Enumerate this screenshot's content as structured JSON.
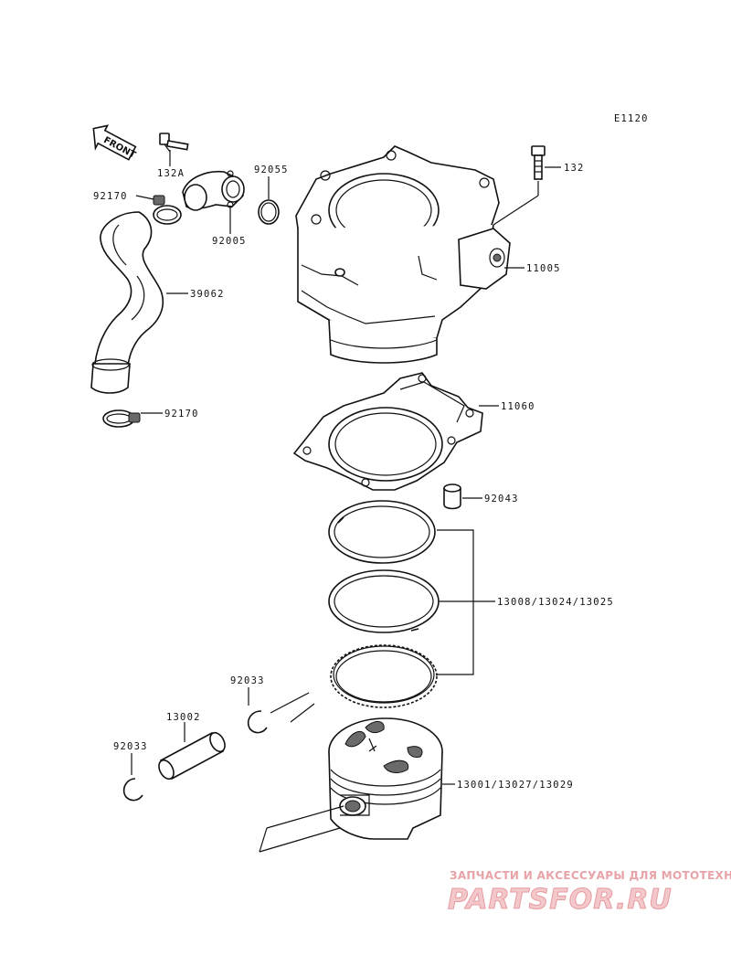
{
  "diagram_code": "E1120",
  "front_label": "FRONT",
  "parts": [
    {
      "id": "132",
      "key": "bolt-132"
    },
    {
      "id": "132A",
      "key": "bolt-132a"
    },
    {
      "id": "92055",
      "key": "o-ring-92055"
    },
    {
      "id": "92170",
      "key": "clamp-92170-upper"
    },
    {
      "id": "92005",
      "key": "fitting-92005"
    },
    {
      "id": "39062",
      "key": "hose-39062"
    },
    {
      "id": "11005",
      "key": "cylinder-11005"
    },
    {
      "id": "92170",
      "key": "clamp-92170-lower"
    },
    {
      "id": "11060",
      "key": "gasket-11060"
    },
    {
      "id": "92043",
      "key": "dowel-pin-92043"
    },
    {
      "id": "13008/13024/13025",
      "key": "piston-rings"
    },
    {
      "id": "92033",
      "key": "circlip-92033-right"
    },
    {
      "id": "13002",
      "key": "piston-pin-13002"
    },
    {
      "id": "92033",
      "key": "circlip-92033-left"
    },
    {
      "id": "13001/13027/13029",
      "key": "piston-13001"
    }
  ],
  "watermark": {
    "tagline": "ЗАПЧАСТИ И АКСЕССУАРЫ ДЛЯ МОТОТЕХНИКИ",
    "logo": "PARTSFOR.RU"
  }
}
